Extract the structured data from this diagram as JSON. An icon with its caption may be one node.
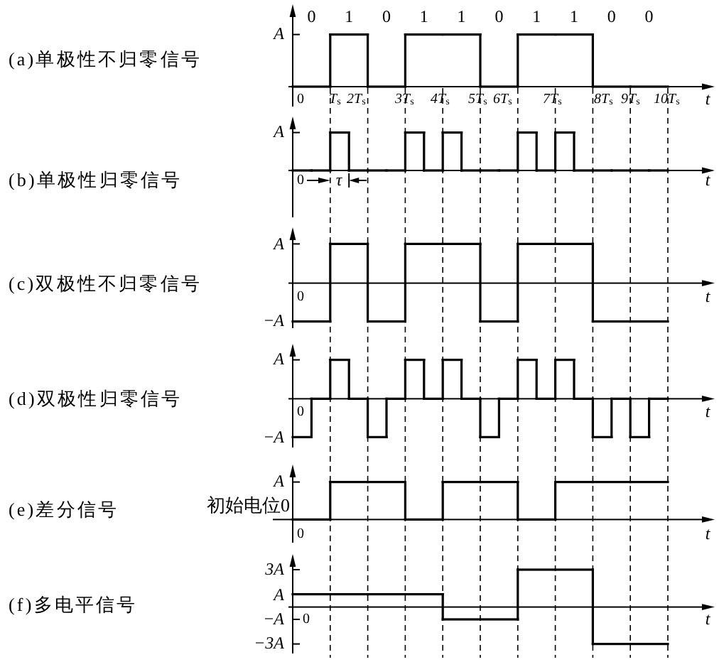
{
  "diagram": {
    "labels": [
      "0",
      "1",
      "0",
      "1",
      "1",
      "0",
      "1",
      "1",
      "0",
      "0",
      "A",
      "(a)单极性不归零信号",
      "0",
      "*T*$_{s}$",
      "2T$_{s}$",
      "3T$_{s}$",
      "4T$_{s}$",
      "5T$_{s}$",
      "6T$_{s}$",
      "7T$_{s}$",
      "8T$_{s}$",
      "9T$_{s}$",
      "10T$_{s}$",
      "t",
      "A",
      "(b)单极性归零信号",
      "0",
      "τ",
      "t",
      "A",
      "(c)双极性不归零信号",
      "0",
      "t",
      "−*A*",
      "A",
      "(d)双极性归零信号",
      "0",
      "t",
      "−*A*",
      "A",
      "(e)差分信号",
      "初始电位0",
      "0",
      "t",
      "3A",
      "A",
      "(f)多电平信号",
      "−*A*",
      "0",
      "t",
      "−3A"
    ]
  }
}
